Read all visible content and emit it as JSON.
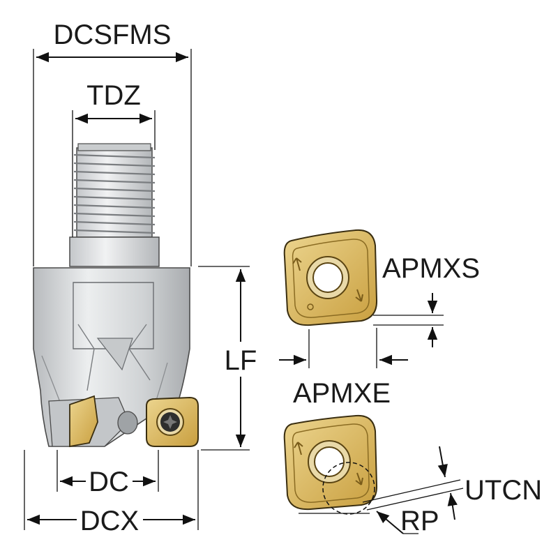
{
  "labels": {
    "dcsfms": "DCSFMS",
    "tdz": "TDZ",
    "lf": "LF",
    "apmxs": "APMXS",
    "apmxe": "APMXE",
    "dc": "DC",
    "dcx": "DCX",
    "utcn": "UTCN",
    "rp": "RP"
  },
  "colors": {
    "insert": "#d8b45a",
    "tool_body": "#d9dbdd",
    "dimension_lines": "#111111"
  }
}
